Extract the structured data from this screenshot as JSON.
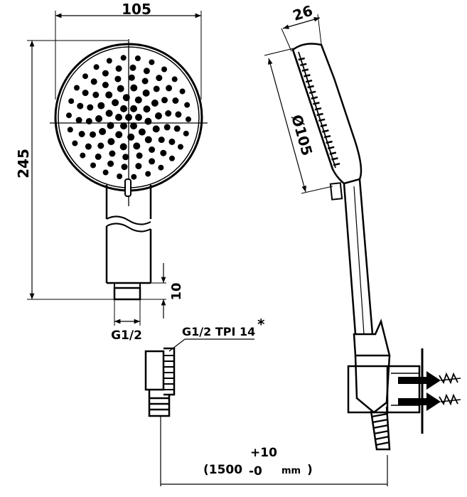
{
  "drawing": {
    "dimensions": {
      "head_width": "105",
      "total_length": "245",
      "head_depth": "26",
      "head_diameter": "Ø105",
      "nut_height": "10",
      "connection": "G1/2",
      "thread_spec": "G1/2 TPI 14",
      "thread_note_mark": "*",
      "hose_length_open": "(1500",
      "hose_tol_plus": "+10",
      "hose_tol_minus": "-0",
      "hose_unit": "mm",
      "hose_length_close": ")"
    }
  }
}
